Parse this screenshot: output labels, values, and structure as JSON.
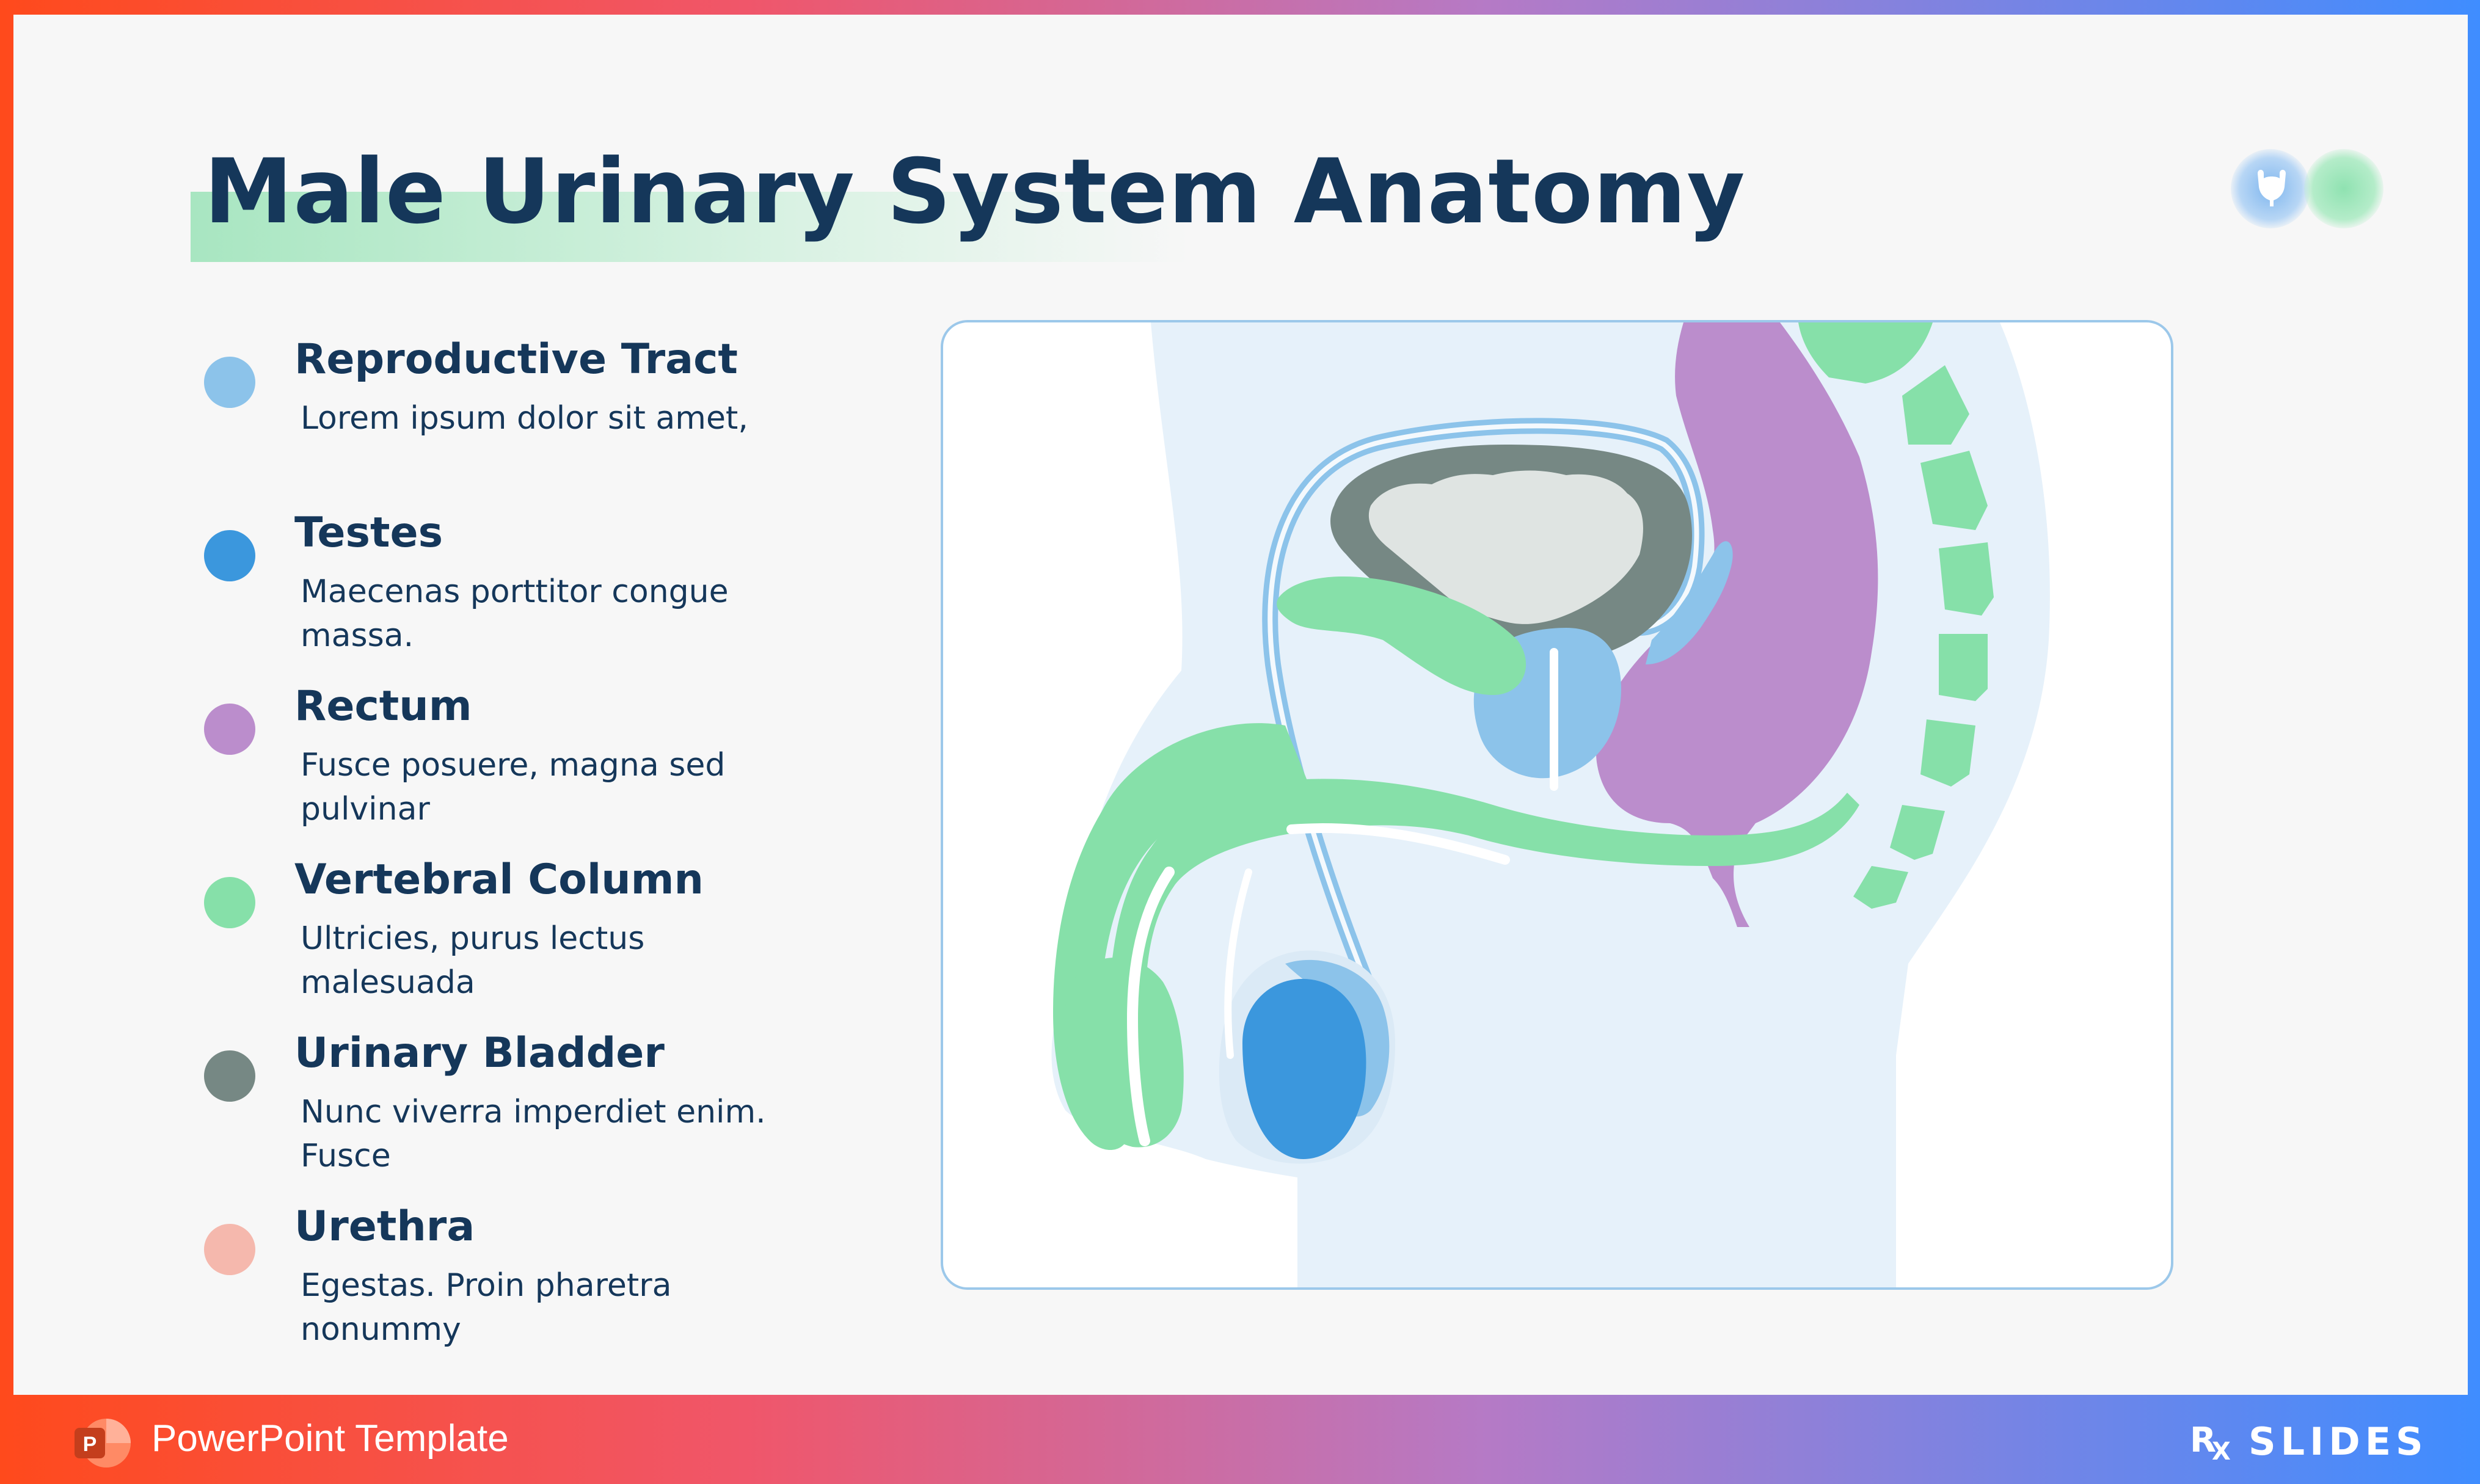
{
  "title": "Male Urinary System Anatomy",
  "colors": {
    "reproductive_tract": "#8cc3ea",
    "testes": "#3b97dd",
    "rectum": "#bb8dcc",
    "vertebral_column": "#86e0a9",
    "urinary_bladder": "#768884",
    "urethra": "#f5b8ad",
    "title_text": "#15375a"
  },
  "legend": [
    {
      "title": "Reproductive Tract",
      "desc": "Lorem ipsum dolor sit amet,",
      "color": "#8cc3ea"
    },
    {
      "title": "Testes",
      "desc": "Maecenas porttitor congue massa.",
      "color": "#3b97dd"
    },
    {
      "title": "Rectum",
      "desc": "Fusce posuere, magna sed pulvinar",
      "color": "#bb8dcc"
    },
    {
      "title": "Vertebral Column",
      "desc": "Ultricies, purus lectus malesuada",
      "color": "#86e0a9"
    },
    {
      "title": "Urinary Bladder",
      "desc": "Nunc viverra imperdiet enim. Fusce",
      "color": "#768884"
    },
    {
      "title": "Urethra",
      "desc": "Egestas. Proin pharetra nonummy",
      "color": "#f5b8ad"
    }
  ],
  "footer": {
    "label": "PowerPoint Template",
    "brand_rx": "R",
    "brand_x": "X",
    "brand_name": "SLIDES",
    "ppt_icon": "powerpoint-icon"
  },
  "icons": [
    "bladder-icon"
  ]
}
